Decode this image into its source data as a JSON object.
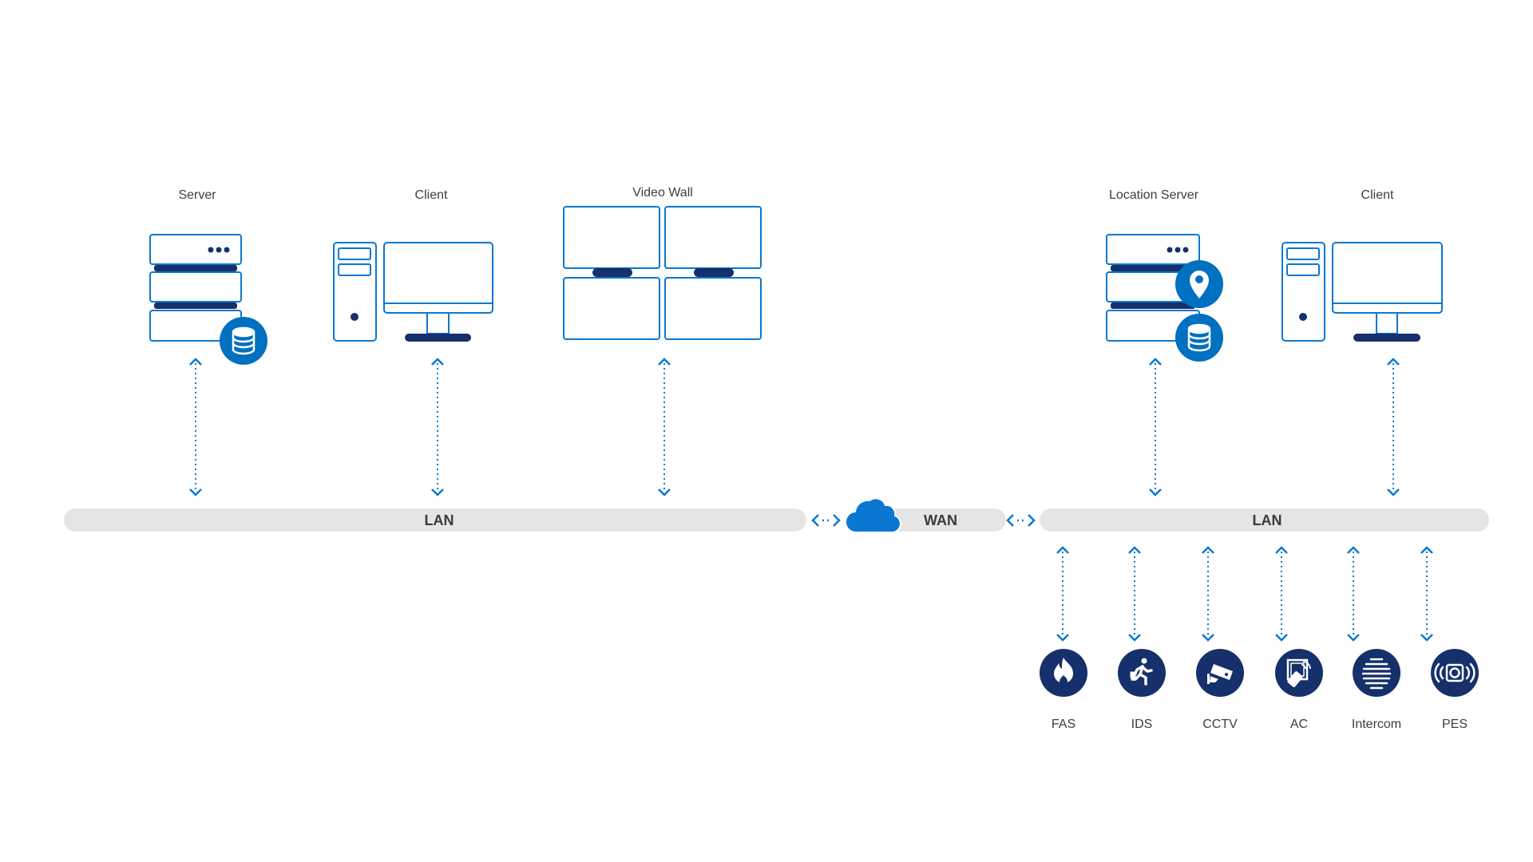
{
  "colors": {
    "outline": "#0a78d0",
    "dark": "#15306b",
    "accent": "#0070c0",
    "bar": "#e5e5e5",
    "text": "#3d3d3d"
  },
  "site_a": {
    "nodes": [
      {
        "id": "server",
        "label": "Server",
        "icon": "server-database-icon"
      },
      {
        "id": "client",
        "label": "Client",
        "icon": "desktop-computer-icon"
      },
      {
        "id": "video_wall",
        "label": "Video Wall",
        "icon": "video-wall-icon"
      }
    ],
    "network_label": "LAN"
  },
  "wan": {
    "label": "WAN",
    "icon": "cloud-icon"
  },
  "site_b": {
    "nodes": [
      {
        "id": "location_server",
        "label": "Location Server",
        "icon": "server-location-database-icon"
      },
      {
        "id": "client",
        "label": "Client",
        "icon": "desktop-computer-icon"
      }
    ],
    "network_label": "LAN",
    "subsystems": [
      {
        "id": "fas",
        "label": "FAS",
        "icon": "fire-icon"
      },
      {
        "id": "ids",
        "label": "IDS",
        "icon": "intruder-running-icon"
      },
      {
        "id": "cctv",
        "label": "CCTV",
        "icon": "cctv-camera-icon"
      },
      {
        "id": "ac",
        "label": "AC",
        "icon": "access-card-icon"
      },
      {
        "id": "intercom",
        "label": "Intercom",
        "icon": "intercom-speaker-icon"
      },
      {
        "id": "pes",
        "label": "PES",
        "icon": "speaker-emitting-icon"
      }
    ]
  }
}
